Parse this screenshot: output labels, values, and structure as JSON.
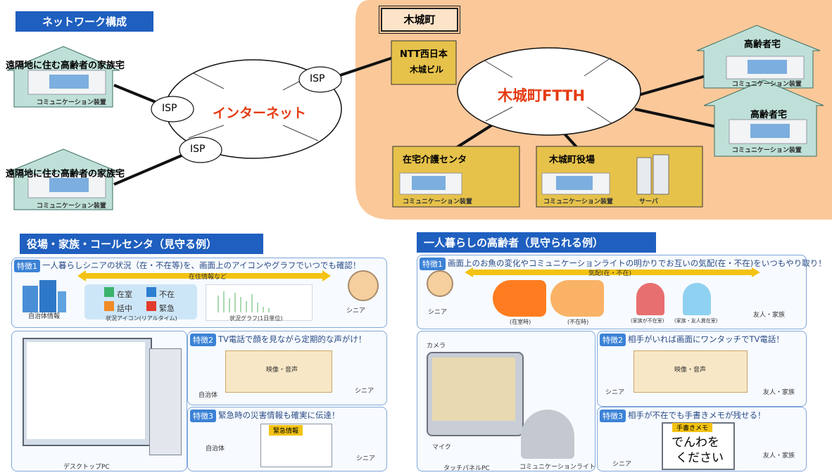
{
  "network": {
    "title": "ネットワーク構成",
    "town_label": "木城町",
    "internet_label": "インターネット",
    "ftth_label": "木城町FTTH",
    "isp": [
      "ISP",
      "ISP",
      "ISP"
    ],
    "isp_top": "ISP",
    "ntt_line1": "NTT西日本",
    "ntt_line2": "木城ビル",
    "remote_home_1": "遠隔地に住む高齢者の家族宅",
    "remote_home_2": "遠隔地に住む高齢者の家族宅",
    "elder_home_1": "高齢者宅",
    "elder_home_2": "高齢者宅",
    "care_center": "在宅介護センタ",
    "town_hall": "木城町役場",
    "device": "コミュニケーション装置",
    "server": "サーバ"
  },
  "left_panel": {
    "title": "役場・家族・コールセンタ（見守る例）",
    "f1_label": "特徴1",
    "f1_text": "一人暮らしシニアの状況（在・不在等)を、画面上のアイコンやグラフでいつでも確認！",
    "f1_arrow": "在住情報など",
    "status": [
      "在室",
      "不在",
      "話中",
      "緊急"
    ],
    "icon_caption": "状況アイコン(リアルタイム)",
    "graph_caption": "状況グラフ(1日単位)",
    "gov_info": "自治体情報",
    "senior": "シニア",
    "f2_label": "特徴2",
    "f2_text": "TV電話で顔を見ながら定期的な声がけ！",
    "f2_arrow": "映像・音声",
    "gov": "自治体",
    "f3_label": "特徴3",
    "f3_text": "緊急時の災害情報も確実に伝達！",
    "f3_arrow": "緊急情報",
    "desktop": "デスクトップPC"
  },
  "right_panel": {
    "title": "一人暮らしの高齢者（見守られる例）",
    "f1_label": "特徴1",
    "f1_text": "画面上のお魚の変化やコミュニケーションライトの明かりでお互いの気配(在・不在)をいつもやり取り！",
    "f1_arrow": "気配(在・不在)",
    "fish_present": "(在室時)",
    "fish_absent": "(不在時)",
    "light_1": "(家族が不在室)",
    "light_2": "(家族・友人異在室)",
    "senior": "シニア",
    "friend_family": "友人・家族",
    "camera": "カメラ",
    "mic": "マイク",
    "touch_pc": "タッチパネルPC",
    "comm_light": "コミュニケーションライト",
    "f2_label": "特徴2",
    "f2_text": "相手がいれば画面にワンタッチでTV電話！",
    "f2_arrow": "映像・音声",
    "f3_label": "特徴3",
    "f3_text": "相手が不在でも手書きメモが残せる！",
    "memo_title": "手書きメモ",
    "memo_line1": "でんわを",
    "memo_line2": "ください"
  }
}
